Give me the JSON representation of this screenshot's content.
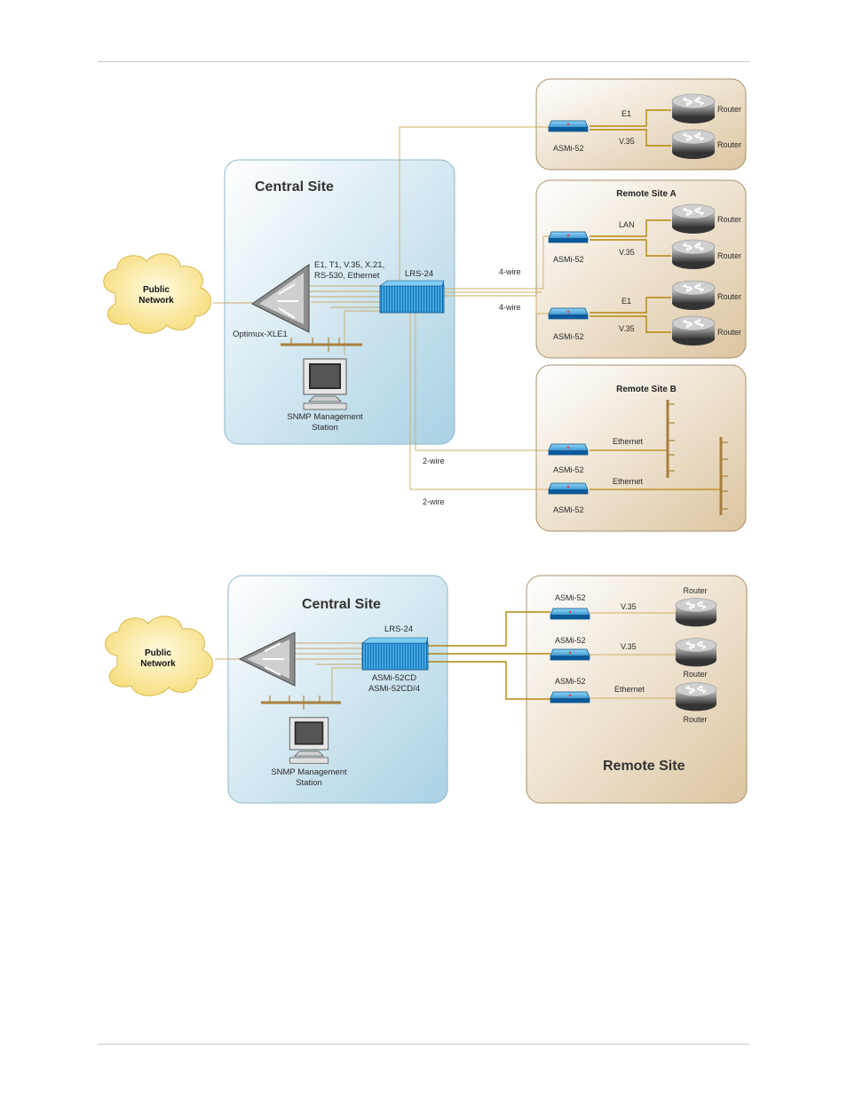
{
  "diagram1": {
    "central_title": "Central Site",
    "cloud_line1": "Public",
    "cloud_line2": "Network",
    "interfaces_line1": "E1, T1, V.35, X.21,",
    "interfaces_line2": "RS-530, Ethernet",
    "lrs_label": "LRS-24",
    "optimux_label": "Optimux-XLE1",
    "snmp_line1": "SNMP Management",
    "snmp_line2": "Station",
    "wire_4a": "4-wire",
    "wire_4b": "4-wire",
    "wire_2a": "2-wire",
    "wire_2b": "2-wire",
    "top_site": {
      "asmi_label": "ASMi-52",
      "link1": "E1",
      "link2": "V.35",
      "router1": "Router",
      "router2": "Router"
    },
    "remote_a": {
      "title": "Remote Site A",
      "asmi1": "ASMi-52",
      "asmi2": "ASMi-52",
      "link1": "LAN",
      "link2": "V.35",
      "link3": "E1",
      "link4": "V.35",
      "router1": "Router",
      "router2": "Router",
      "router3": "Router",
      "router4": "Router"
    },
    "remote_b": {
      "title": "Remote Site B",
      "asmi1": "ASMi-52",
      "asmi2": "ASMi-52",
      "link1": "Ethernet",
      "link2": "Ethernet"
    }
  },
  "diagram2": {
    "central_title": "Central Site",
    "cloud_line1": "Public",
    "cloud_line2": "Network",
    "lrs_label": "LRS-24",
    "card_line1": "ASMi-52CD",
    "card_line2": "ASMi-52CD/4",
    "snmp_line1": "SNMP Management",
    "snmp_line2": "Station",
    "remote_title": "Remote Site",
    "asmi1": "ASMi-52",
    "asmi2": "ASMi-52",
    "asmi3": "ASMi-52",
    "link1": "V.35",
    "link2": "V.35",
    "link3": "Ethernet",
    "router1": "Router",
    "router2": "Router",
    "router3": "Router"
  }
}
